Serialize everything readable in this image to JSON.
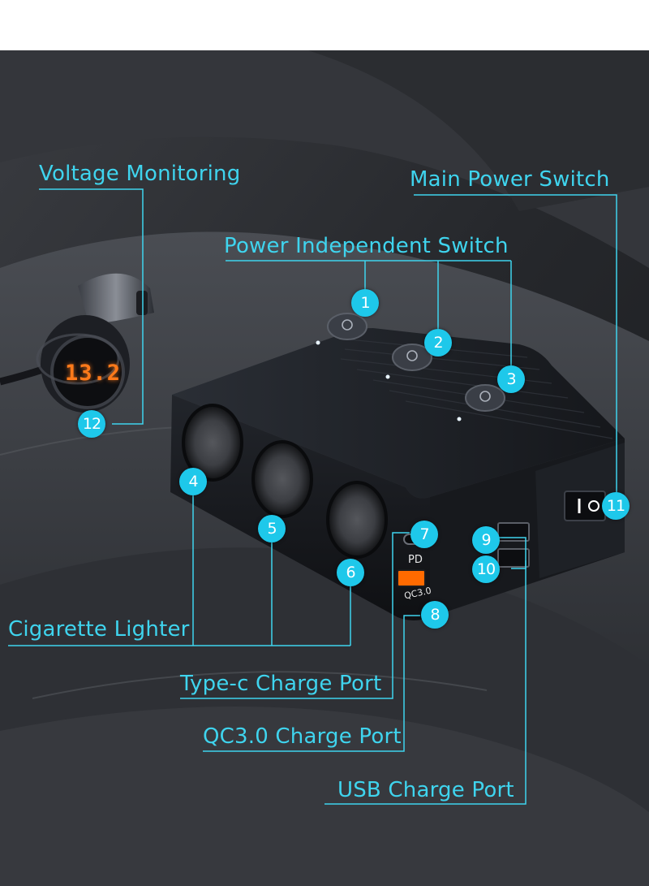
{
  "labels": {
    "voltage_monitoring": "Voltage Monitoring",
    "main_power_switch": "Main Power Switch",
    "power_independent_switch": "Power Independent Switch",
    "cigarette_lighter": "Cigarette Lighter",
    "type_c_charge_port": "Type-c Charge Port",
    "qc30_charge_port": "QC3.0 Charge Port",
    "usb_charge_port": "USB Charge Port"
  },
  "markers": [
    "1",
    "2",
    "3",
    "4",
    "5",
    "6",
    "7",
    "8",
    "9",
    "10",
    "11",
    "12"
  ],
  "device": {
    "voltage_readout": "13.2",
    "pd_label": "PD",
    "qc_label": "QC3.0"
  },
  "colors": {
    "accent": "#3fd4ee",
    "marker": "#1ec8ea",
    "readout": "#ff7a1a",
    "qc_port": "#ff6a00",
    "device_body": "#1b1e24",
    "seat": "#2a2c31"
  },
  "icons": [
    "power-button-icon",
    "rocker-switch-icon"
  ]
}
